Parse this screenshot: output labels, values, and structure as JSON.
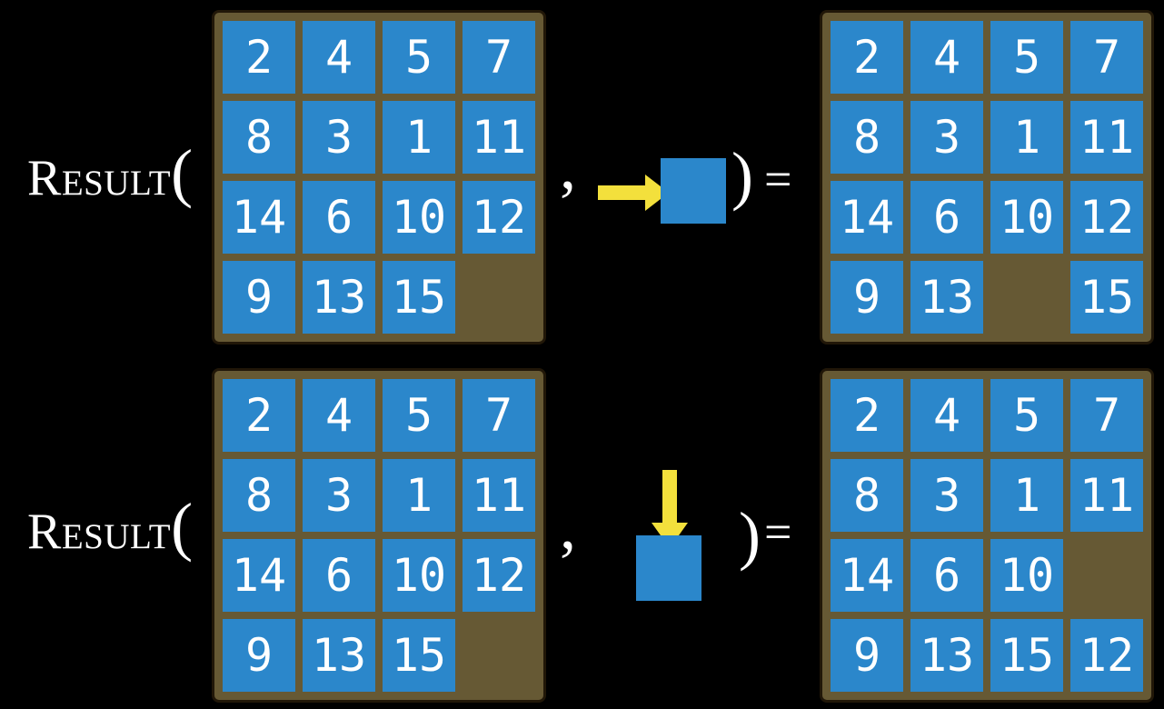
{
  "colors": {
    "background_black": "#000000",
    "tile_blue": "#2b87cb",
    "board_brown": "#665934",
    "board_border": "#211708",
    "arrow_yellow": "#f3e03c",
    "text_white": "#ffffff"
  },
  "examples": [
    {
      "function_label": "Result",
      "open_paren": "(",
      "comma": ",",
      "close_paren": ")",
      "equals": "=",
      "action": "slide-tile-right",
      "before": [
        [
          "2",
          "4",
          "5",
          "7"
        ],
        [
          "8",
          "3",
          "1",
          "11"
        ],
        [
          "14",
          "6",
          "10",
          "12"
        ],
        [
          "9",
          "13",
          "15",
          ""
        ]
      ],
      "after": [
        [
          "2",
          "4",
          "5",
          "7"
        ],
        [
          "8",
          "3",
          "1",
          "11"
        ],
        [
          "14",
          "6",
          "10",
          "12"
        ],
        [
          "9",
          "13",
          "",
          "15"
        ]
      ]
    },
    {
      "function_label": "Result",
      "open_paren": "(",
      "comma": ",",
      "close_paren": ")",
      "equals": "=",
      "action": "slide-tile-down",
      "before": [
        [
          "2",
          "4",
          "5",
          "7"
        ],
        [
          "8",
          "3",
          "1",
          "11"
        ],
        [
          "14",
          "6",
          "10",
          "12"
        ],
        [
          "9",
          "13",
          "15",
          ""
        ]
      ],
      "after": [
        [
          "2",
          "4",
          "5",
          "7"
        ],
        [
          "8",
          "3",
          "1",
          "11"
        ],
        [
          "14",
          "6",
          "10",
          ""
        ],
        [
          "9",
          "13",
          "15",
          "12"
        ]
      ]
    }
  ]
}
